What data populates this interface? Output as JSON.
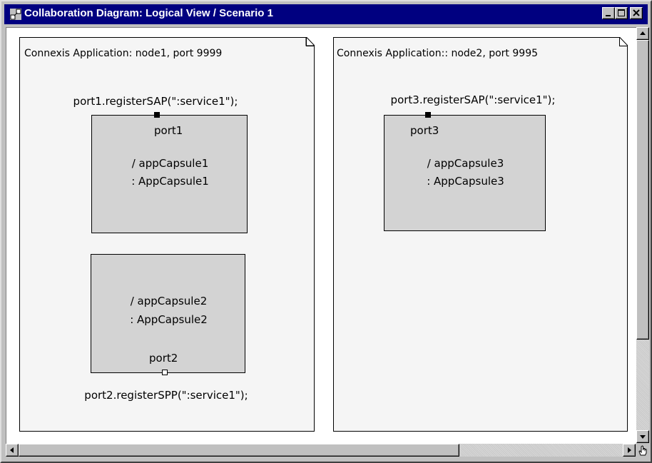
{
  "window": {
    "title": "Collaboration Diagram: Logical View / Scenario 1",
    "icons": {
      "app": "diagram-icon",
      "minimize": "minimize-icon",
      "maximize": "maximize-icon",
      "close": "close-icon"
    }
  },
  "colors": {
    "titlebar": "#000080",
    "node_fill": "#f5f5f5",
    "capsule_fill": "#d3d3d3",
    "canvas": "#ffffff"
  },
  "diagram": {
    "node1": {
      "title": "Connexis Application: node1, port 9999",
      "capsule1": {
        "register_call": "port1.registerSAP(\":service1\");",
        "port_label": "port1",
        "role": "/ appCapsule1",
        "type": ": AppCapsule1"
      },
      "capsule2": {
        "role": "/ appCapsule2",
        "type": ": AppCapsule2",
        "port_label": "port2",
        "register_call": "port2.registerSPP(\":service1\");"
      }
    },
    "node2": {
      "title": "Connexis Application:: node2, port 9995",
      "capsule3": {
        "register_call": "port3.registerSAP(\":service1\");",
        "port_label": "port3",
        "role": "/ appCapsule3",
        "type": ": AppCapsule3"
      }
    }
  },
  "scrollbars": {
    "vertical": {
      "up_icon": "arrow-up-icon",
      "down_icon": "arrow-down-icon"
    },
    "horizontal": {
      "left_icon": "arrow-left-icon",
      "right_icon": "arrow-right-icon"
    },
    "grip_icon": "hand-cursor-icon"
  }
}
